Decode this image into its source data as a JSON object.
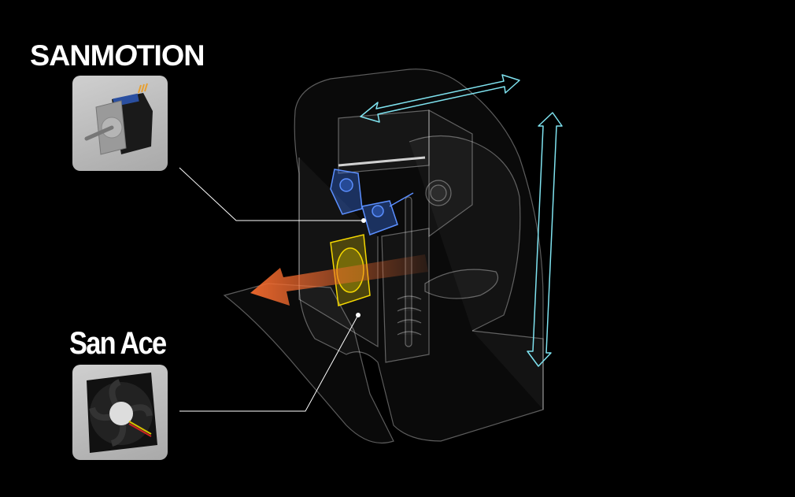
{
  "logos": {
    "sanmotion_pre": "SANM",
    "sanmotion_o": "O",
    "sanmotion_post": "TION",
    "sanace": "San Ace"
  },
  "colors": {
    "motion_arrow": "#7fe3f0",
    "airflow_arrow": "#f26a2e",
    "fan_highlight": "#f5d800",
    "motor_highlight": "#3d7cff",
    "card_bg": "#bdbdbd"
  },
  "icons": {
    "motor": "stepping-motor-photo",
    "fan": "cooling-fan-photo"
  }
}
